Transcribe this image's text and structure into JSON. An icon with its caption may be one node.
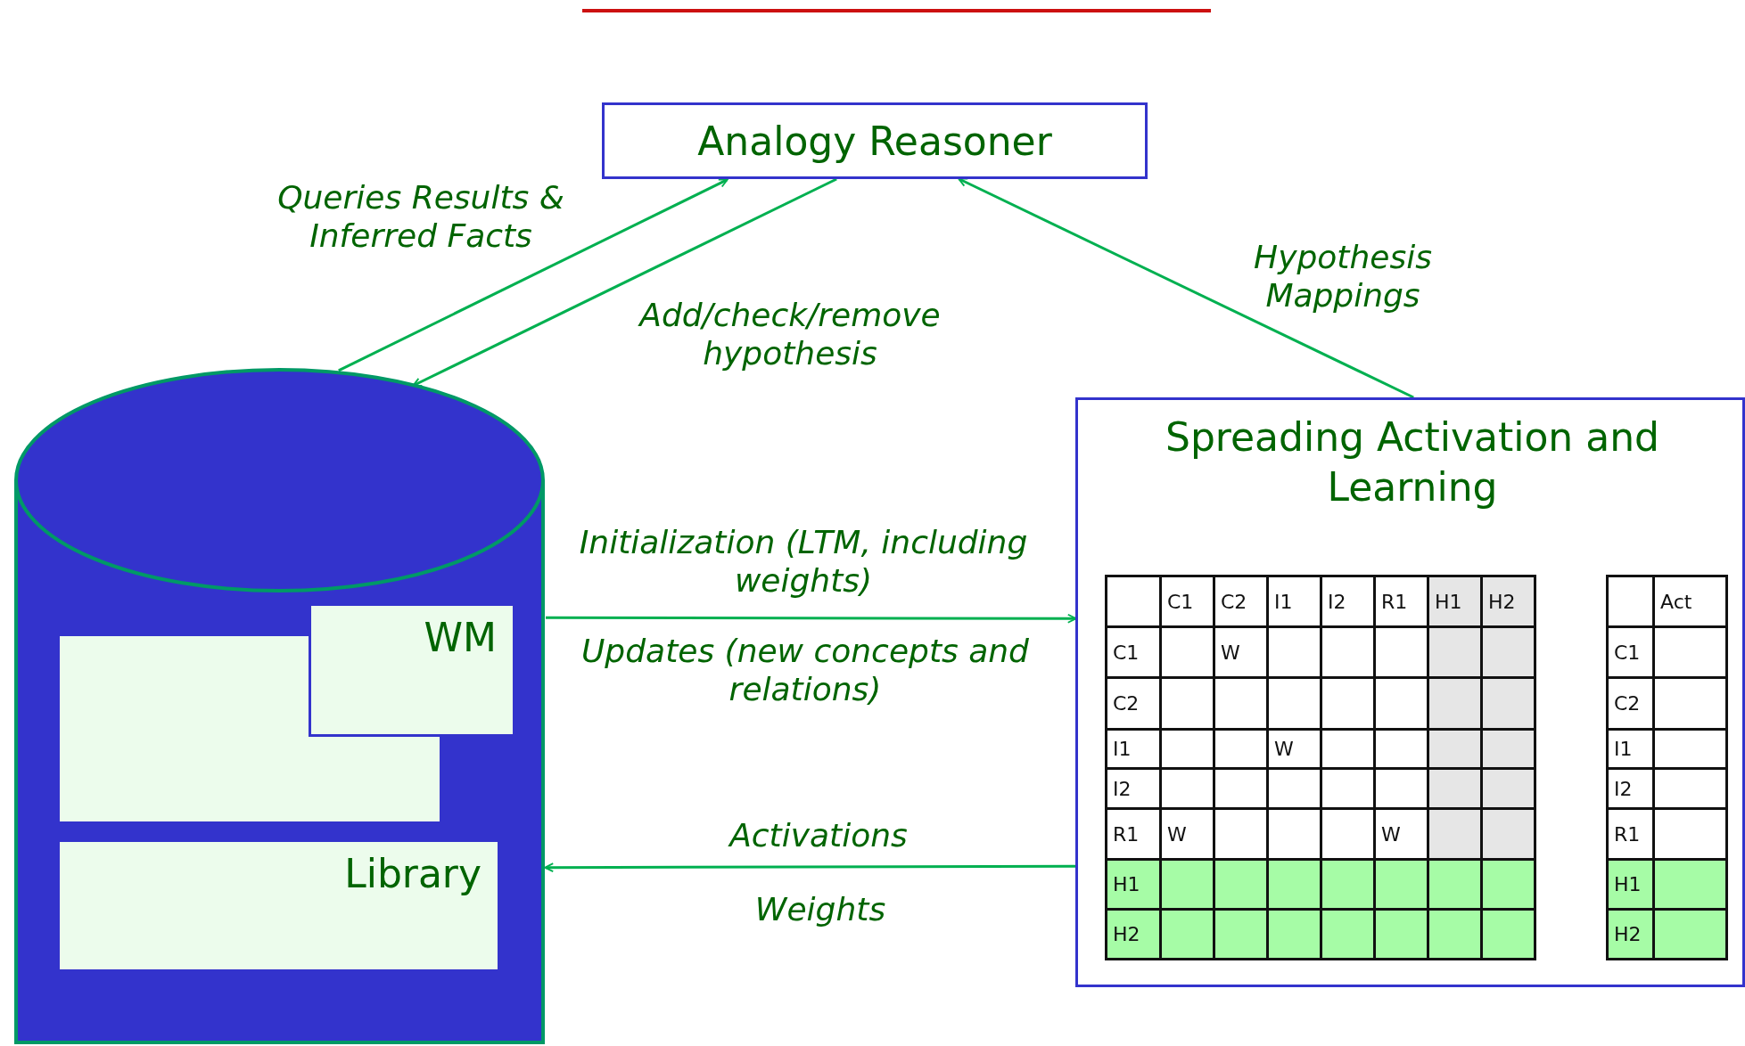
{
  "diagram": {
    "nodes": [
      {
        "text": [
          "Analogy Reasoner"
        ]
      },
      {
        "text": [],
        "shape": "cylinder"
      },
      {
        "text": [],
        "shape": "box",
        "in": 1
      },
      {
        "text": [
          "WM"
        ],
        "in": 1
      },
      {
        "text": [
          "Library"
        ],
        "in": 1
      },
      {
        "text": [
          "Spreading Activation and Learning"
        ]
      }
    ],
    "edges": [
      {
        "from": 1,
        "to": 0,
        "arrow": "to",
        "label": "Queries Results & Inferred Facts"
      },
      {
        "from": 0,
        "to": 1,
        "arrow": "to",
        "label": "Add/check/remove hypothesis"
      },
      {
        "from": 5,
        "to": 0,
        "arrow": "to",
        "label": "Hypothesis Mappings"
      },
      {
        "from": 1,
        "to": 5,
        "arrow": "to",
        "label": "Initialization (LTM, including weights)"
      },
      {
        "from": 5,
        "to": 1,
        "arrow": "to",
        "label": "Activations"
      }
    ],
    "labels": [
      "Updates (new concepts and relations)",
      "Weights",
      "C1",
      "C2",
      "I1",
      "I2",
      "R1",
      "H1",
      "H2",
      "C1",
      "W",
      "C2",
      "I1",
      "W",
      "I2",
      "R1",
      "W",
      "W",
      "H1",
      "H2",
      "Act",
      "C1",
      "C2",
      "I1",
      "I2",
      "R1",
      "H1",
      "H2"
    ]
  }
}
